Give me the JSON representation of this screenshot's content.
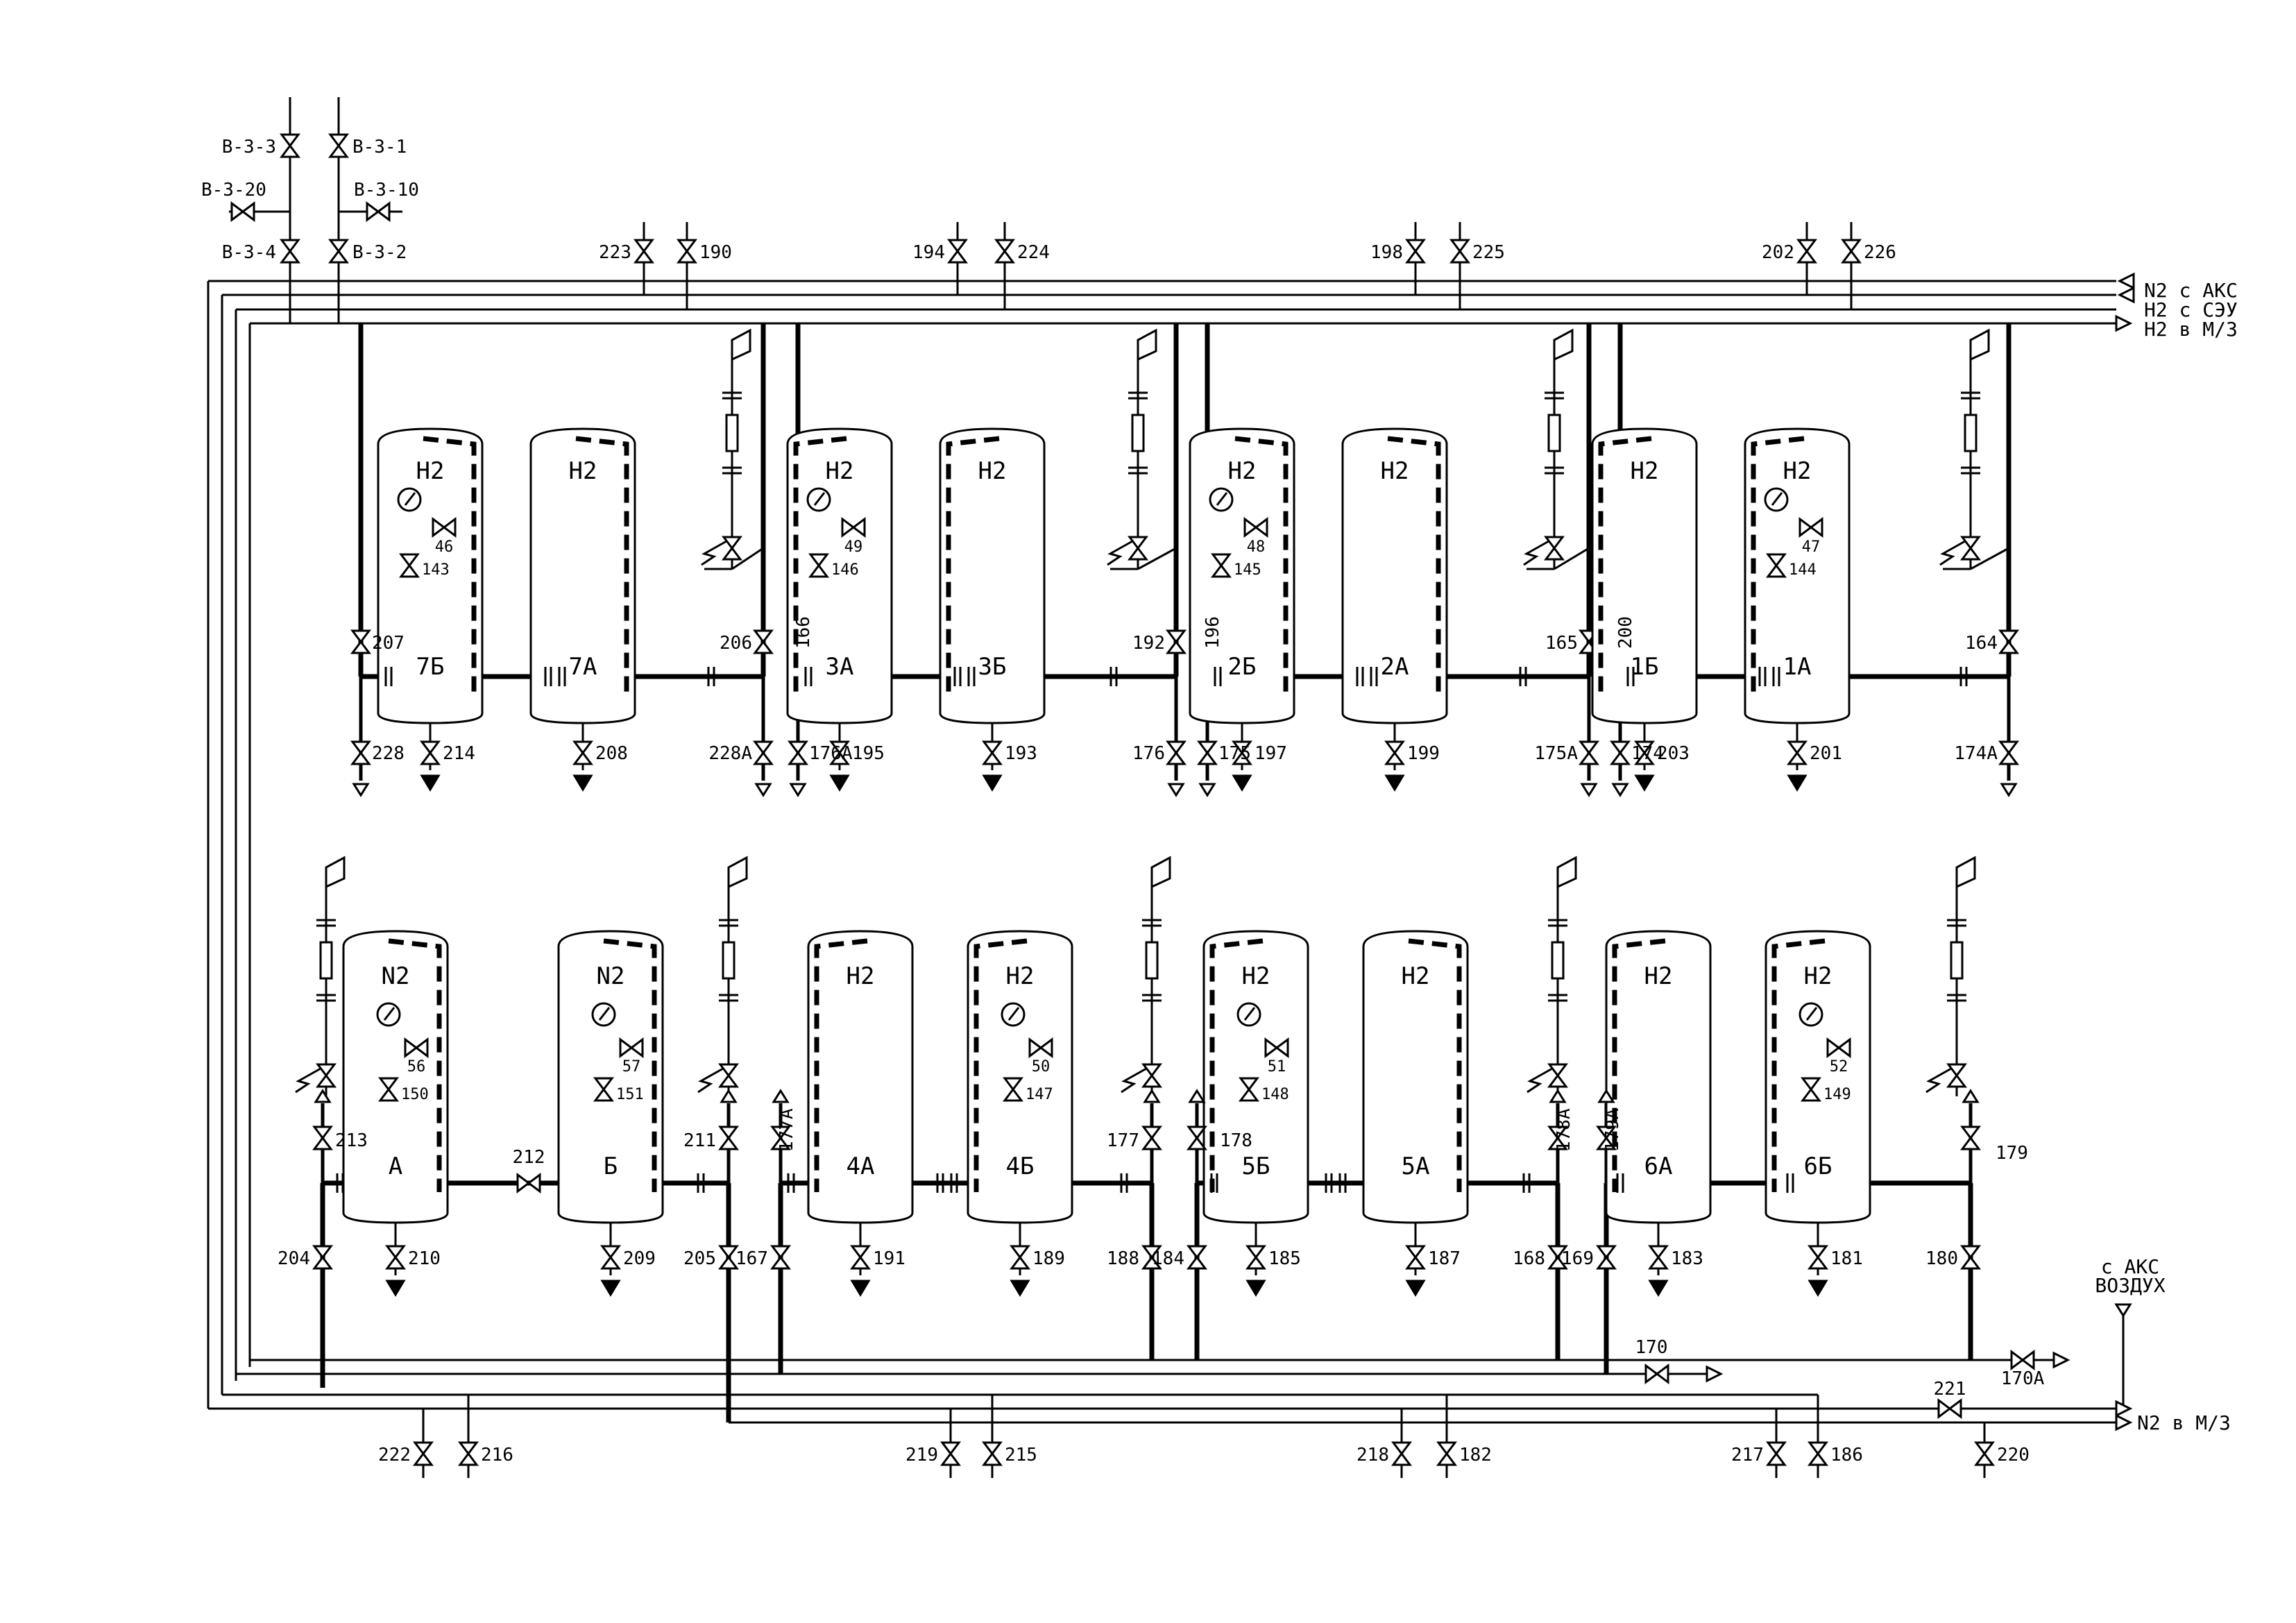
{
  "top_valves": [
    {
      "id": "v-b33",
      "label": "В-3-3"
    },
    {
      "id": "v-b31",
      "label": "В-3-1"
    },
    {
      "id": "v-b320",
      "label": "В-3-20"
    },
    {
      "id": "v-b310",
      "label": "В-3-10"
    },
    {
      "id": "v-b34",
      "label": "В-3-4"
    },
    {
      "id": "v-b32",
      "label": "В-3-2"
    }
  ],
  "header_valves": [
    "223",
    "190",
    "194",
    "224",
    "198",
    "225",
    "202",
    "226"
  ],
  "flow_labels": {
    "n2_from_aks": "N2 с АКС",
    "h2_from_seu": "H2 с СЭУ",
    "h2_to_mz": "H2 в М/З",
    "air_from_aks_1": "с АКС",
    "air_from_aks_2": "ВОЗДУХ",
    "n2_to_mz": "N2 в М/З"
  },
  "gas_h2": "H2",
  "gas_n2": "N2",
  "top_vessels": [
    {
      "name": "7Б",
      "gauge": true,
      "v1": "46",
      "v2": "143",
      "drain": "214"
    },
    {
      "name": "7А",
      "gauge": false,
      "drain": "208"
    },
    {
      "name": "3А",
      "gauge": true,
      "v1": "49",
      "v2": "146",
      "drain": "195"
    },
    {
      "name": "3Б",
      "gauge": false,
      "drain": "193"
    },
    {
      "name": "2Б",
      "gauge": true,
      "v1": "48",
      "v2": "145",
      "drain": "197"
    },
    {
      "name": "2А",
      "gauge": false,
      "drain": "199"
    },
    {
      "name": "1Б",
      "gauge": false,
      "drain": "203"
    },
    {
      "name": "1А",
      "gauge": true,
      "v1": "47",
      "v2": "144",
      "drain": "201"
    }
  ],
  "top_line_valves": {
    "upper": [
      "207",
      "206",
      "166",
      "192",
      "196",
      "165",
      "200",
      "164"
    ],
    "lower": [
      "228",
      "228А",
      "176А",
      "176",
      "175",
      "175А",
      "174",
      "174А"
    ]
  },
  "bottom_vessels": [
    {
      "name": "А",
      "gas": "N2",
      "gauge": true,
      "v1": "56",
      "v2": "150",
      "drain": "210"
    },
    {
      "name": "Б",
      "gas": "N2",
      "gauge": true,
      "v1": "57",
      "v2": "151",
      "drain": "209"
    },
    {
      "name": "4А",
      "gas": "H2",
      "gauge": false,
      "drain": "191"
    },
    {
      "name": "4Б",
      "gas": "H2",
      "gauge": true,
      "v1": "50",
      "v2": "147",
      "drain": "189"
    },
    {
      "name": "5Б",
      "gas": "H2",
      "gauge": true,
      "v1": "51",
      "v2": "148",
      "drain": "185"
    },
    {
      "name": "5А",
      "gas": "H2",
      "gauge": false,
      "drain": "187"
    },
    {
      "name": "6А",
      "gas": "H2",
      "gauge": false,
      "drain": "183"
    },
    {
      "name": "6Б",
      "gas": "H2",
      "gauge": true,
      "v1": "52",
      "v2": "149",
      "drain": "181"
    }
  ],
  "bottom_line_valves": {
    "upper": [
      "213",
      "212",
      "211",
      "177А",
      "177",
      "178",
      "178А",
      "179А",
      "179"
    ],
    "lower": [
      "204",
      "205",
      "167",
      "188",
      "184",
      "168",
      "169",
      "180"
    ]
  },
  "manifold_valves": [
    "170",
    "170А",
    "221",
    "222",
    "216",
    "219",
    "215",
    "218",
    "182",
    "217",
    "186",
    "220"
  ]
}
